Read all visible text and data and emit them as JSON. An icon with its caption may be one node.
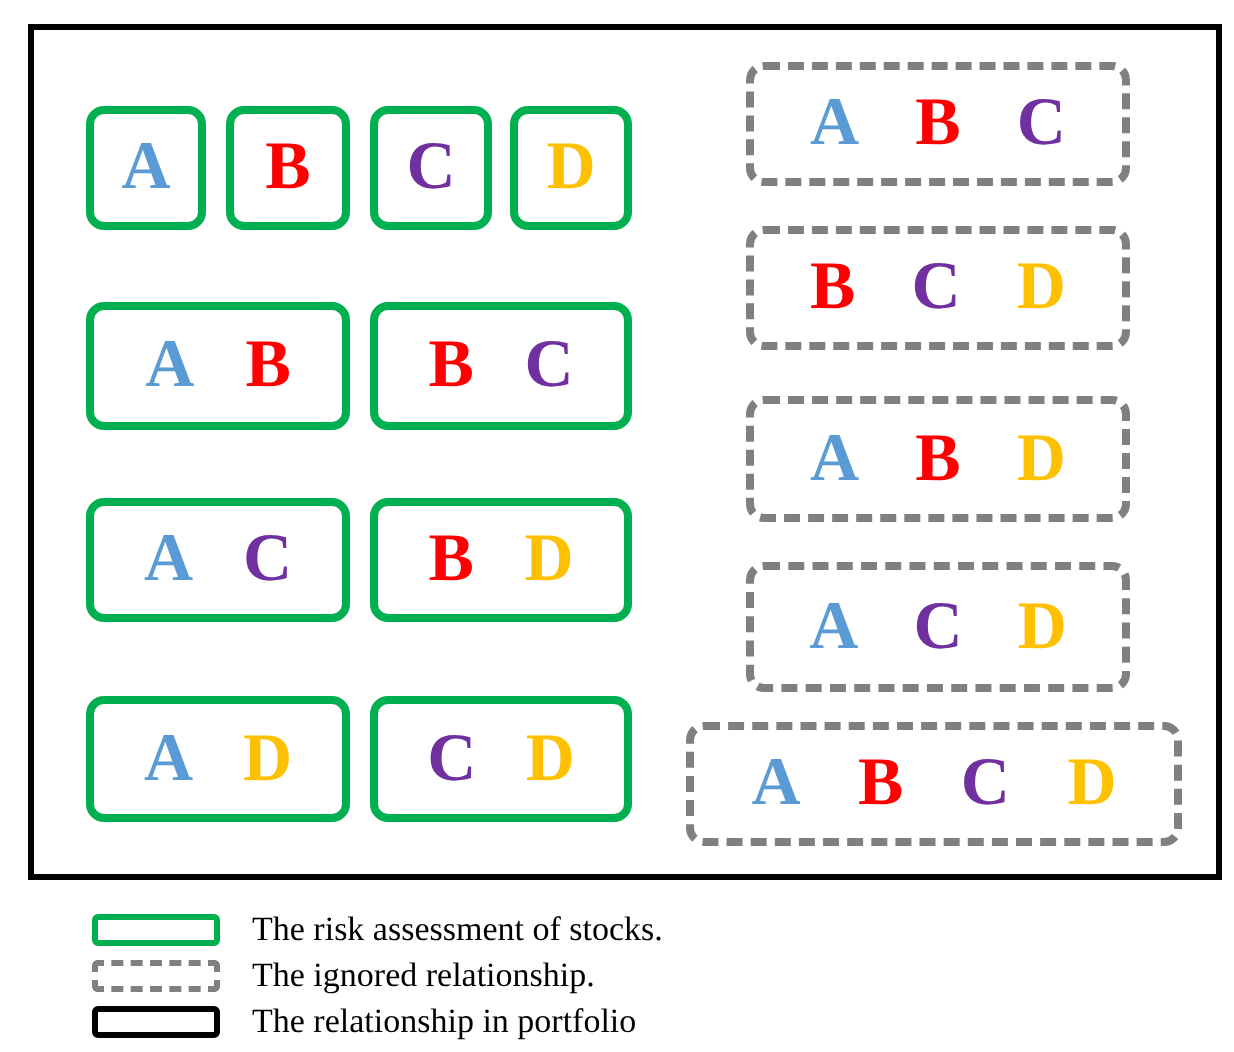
{
  "diagram": {
    "nodes": [
      {
        "text": [],
        "shape": "box"
      },
      {
        "text": [
          "A"
        ],
        "in": 0
      },
      {
        "text": [
          "B"
        ],
        "in": 0
      },
      {
        "text": [
          "C"
        ],
        "in": 0
      },
      {
        "text": [
          "D"
        ],
        "in": 0
      },
      {
        "text": [
          "A",
          "B"
        ],
        "in": 0
      },
      {
        "text": [
          "B",
          "C"
        ],
        "in": 0
      },
      {
        "text": [
          "A",
          "C"
        ],
        "in": 0
      },
      {
        "text": [
          "B",
          "D"
        ],
        "in": 0
      },
      {
        "text": [
          "A",
          "D"
        ],
        "in": 0
      },
      {
        "text": [
          "C",
          "D"
        ],
        "in": 0
      },
      {
        "text": [
          "A",
          "B",
          "C"
        ],
        "in": 0
      },
      {
        "text": [
          "B",
          "C",
          "D"
        ],
        "in": 0
      },
      {
        "text": [
          "A",
          "B",
          "D"
        ],
        "in": 0
      },
      {
        "text": [
          "A",
          "C",
          "D"
        ],
        "in": 0
      },
      {
        "text": [
          "A",
          "B",
          "C",
          "D"
        ],
        "in": 0
      }
    ],
    "legend": [
      {
        "text": "The risk assessment of stocks."
      },
      {
        "text": "The ignored relationship."
      },
      {
        "text": "The relationship in portfolio"
      }
    ]
  }
}
